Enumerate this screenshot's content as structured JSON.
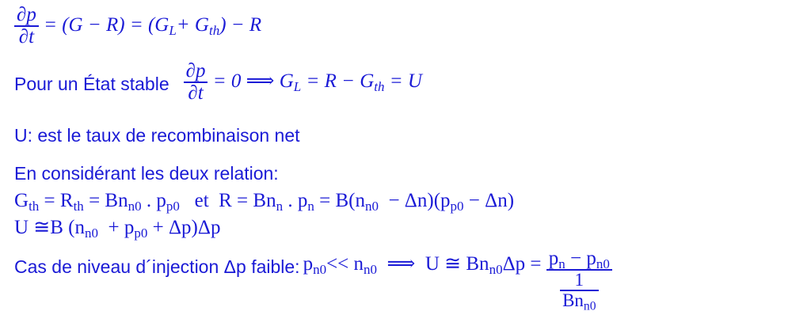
{
  "eq1": {
    "num": "∂p",
    "den": "∂t",
    "rhs": "= (G − R) = (G",
    "gl_sub": "L",
    "plus": "+ G",
    "gth_sub": "th",
    "end": ") − R"
  },
  "steady": {
    "label": "Pour un État stable",
    "num": "∂p",
    "den": "∂t",
    "rhs1": "= 0 ⟹ G",
    "gl_sub": "L",
    "rhs2": "= R − G",
    "gth_sub": "th",
    "rhs3": "= U"
  },
  "u_def": "U: est le taux de recombinaison net",
  "relations": {
    "intro": "En considérant les deux relation:",
    "line1": {
      "g": "G",
      "g_sub": "th",
      "eq_r": " = R",
      "r_sub": "th",
      "eq_b": " = Bn",
      "n0_sub": "n0",
      "dot_p": " . p",
      "p0_sub": "p0",
      "et": "   et  R = Bn",
      "n_sub": "n",
      "dot_pn": " . p",
      "pn_sub": "n",
      "eq_bn": " = B(n",
      "n0b_sub": "n0",
      "minus_dn": "  − Δn)(p",
      "p0b_sub": "p0",
      "end": " − Δn)"
    },
    "line2": {
      "u": "U ≅B (n",
      "n0_sub": "n0",
      "plus_p": "  + p",
      "p0_sub": "p0",
      "end": " + Δp)Δp"
    }
  },
  "injection": {
    "label": "Cas de niveau d´injection Δp faible:",
    "p": "p",
    "p_sub": "n0",
    "ll": "<< n",
    "n_sub": "n0",
    "arrow": "  ⟹  U ≅ Bn",
    "bn_sub": "n0",
    "dp": "Δp =",
    "frac_num_p": "p",
    "frac_num_p_sub": "n",
    "frac_num_minus": " − p",
    "frac_num_p0_sub": "n0",
    "frac_den_one": "1",
    "frac_den_bn": "Bn",
    "frac_den_bn_sub": "n0"
  }
}
